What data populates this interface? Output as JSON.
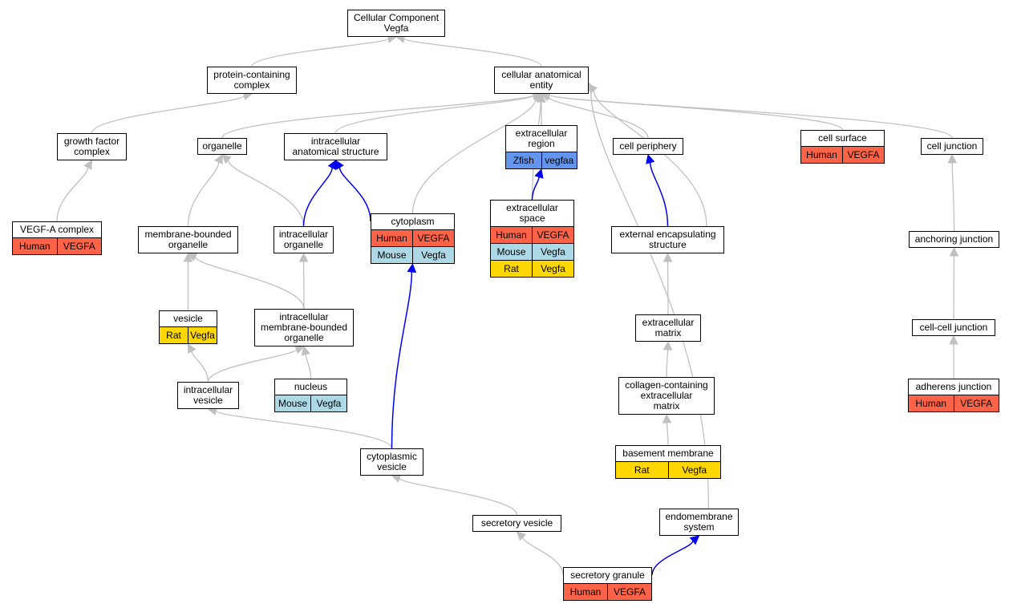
{
  "colors": {
    "gray_edge": "#c0c0c0",
    "blue_edge": "#0000ee",
    "Human": "#ff6347",
    "Mouse": "#add8e6",
    "Rat": "#ffd700",
    "Zfish": "#6495ed"
  },
  "nodes": {
    "root": {
      "label": [
        "Cellular Component",
        "Vegfa"
      ],
      "genes": []
    },
    "pcc": {
      "label": [
        "protein-containing",
        "complex"
      ],
      "genes": []
    },
    "cae": {
      "label": [
        "cellular anatomical",
        "entity"
      ],
      "genes": []
    },
    "gfc": {
      "label": [
        "growth factor",
        "complex"
      ],
      "genes": []
    },
    "org": {
      "label": [
        "organelle"
      ],
      "genes": []
    },
    "ias": {
      "label": [
        "intracellular",
        "anatomical structure"
      ],
      "genes": []
    },
    "er": {
      "label": [
        "extracellular",
        "region"
      ],
      "genes": [
        {
          "sp": "Zfish",
          "g": "vegfaa"
        }
      ]
    },
    "cp": {
      "label": [
        "cell periphery"
      ],
      "genes": []
    },
    "cs": {
      "label": [
        "cell surface"
      ],
      "genes": [
        {
          "sp": "Human",
          "g": "VEGFA"
        }
      ]
    },
    "cj": {
      "label": [
        "cell junction"
      ],
      "genes": []
    },
    "vegfa": {
      "label": [
        "VEGF-A complex"
      ],
      "genes": [
        {
          "sp": "Human",
          "g": "VEGFA"
        }
      ]
    },
    "mbo": {
      "label": [
        "membrane-bounded",
        "organelle"
      ],
      "genes": []
    },
    "io": {
      "label": [
        "intracellular",
        "organelle"
      ],
      "genes": []
    },
    "cyto": {
      "label": [
        "cytoplasm"
      ],
      "genes": [
        {
          "sp": "Human",
          "g": "VEGFA"
        },
        {
          "sp": "Mouse",
          "g": "Vegfa"
        }
      ]
    },
    "es": {
      "label": [
        "extracellular",
        "space"
      ],
      "genes": [
        {
          "sp": "Human",
          "g": "VEGFA"
        },
        {
          "sp": "Mouse",
          "g": "Vegfa"
        },
        {
          "sp": "Rat",
          "g": "Vegfa"
        }
      ]
    },
    "ecs": {
      "label": [
        "external encapsulating",
        "structure"
      ],
      "genes": []
    },
    "aj": {
      "label": [
        "anchoring junction"
      ],
      "genes": []
    },
    "ves": {
      "label": [
        "vesicle"
      ],
      "genes": [
        {
          "sp": "Rat",
          "g": "Vegfa"
        }
      ]
    },
    "imbo": {
      "label": [
        "intracellular",
        "membrane-bounded",
        "organelle"
      ],
      "genes": []
    },
    "em": {
      "label": [
        "extracellular",
        "matrix"
      ],
      "genes": []
    },
    "ccj": {
      "label": [
        "cell-cell junction"
      ],
      "genes": []
    },
    "iv": {
      "label": [
        "intracellular",
        "vesicle"
      ],
      "genes": []
    },
    "nuc": {
      "label": [
        "nucleus"
      ],
      "genes": [
        {
          "sp": "Mouse",
          "g": "Vegfa"
        }
      ]
    },
    "ccem": {
      "label": [
        "collagen-containing",
        "extracellular",
        "matrix"
      ],
      "genes": []
    },
    "adj": {
      "label": [
        "adherens junction"
      ],
      "genes": [
        {
          "sp": "Human",
          "g": "VEGFA"
        }
      ]
    },
    "cv": {
      "label": [
        "cytoplasmic",
        "vesicle"
      ],
      "genes": []
    },
    "bm": {
      "label": [
        "basement membrane"
      ],
      "genes": [
        {
          "sp": "Rat",
          "g": "Vegfa"
        }
      ]
    },
    "sv": {
      "label": [
        "secretory vesicle"
      ],
      "genes": []
    },
    "ems": {
      "label": [
        "endomembrane",
        "system"
      ],
      "genes": []
    },
    "sg": {
      "label": [
        "secretory granule"
      ],
      "genes": [
        {
          "sp": "Human",
          "g": "VEGFA"
        }
      ]
    }
  },
  "edges": [
    {
      "from": "pcc",
      "to": "root",
      "type": "gray"
    },
    {
      "from": "cae",
      "to": "root",
      "type": "gray"
    },
    {
      "from": "gfc",
      "to": "pcc",
      "type": "gray"
    },
    {
      "from": "org",
      "to": "cae",
      "type": "gray"
    },
    {
      "from": "ias",
      "to": "cae",
      "type": "gray"
    },
    {
      "from": "cyto",
      "to": "cae",
      "type": "gray"
    },
    {
      "from": "es",
      "to": "cae",
      "type": "gray"
    },
    {
      "from": "er",
      "to": "cae",
      "type": "gray"
    },
    {
      "from": "cp",
      "to": "cae",
      "type": "gray"
    },
    {
      "from": "ecs",
      "to": "cae",
      "type": "gray"
    },
    {
      "from": "ems",
      "to": "cae",
      "type": "gray"
    },
    {
      "from": "cs",
      "to": "cae",
      "type": "gray"
    },
    {
      "from": "cj",
      "to": "cae",
      "type": "gray"
    },
    {
      "from": "vegfa",
      "to": "gfc",
      "type": "gray"
    },
    {
      "from": "mbo",
      "to": "org",
      "type": "gray"
    },
    {
      "from": "io",
      "to": "org",
      "type": "gray"
    },
    {
      "from": "io",
      "to": "ias",
      "type": "blue"
    },
    {
      "from": "cyto",
      "to": "ias",
      "type": "blue"
    },
    {
      "from": "es",
      "to": "er",
      "type": "blue"
    },
    {
      "from": "ecs",
      "to": "cp",
      "type": "blue"
    },
    {
      "from": "aj",
      "to": "cj",
      "type": "gray"
    },
    {
      "from": "ves",
      "to": "mbo",
      "type": "gray"
    },
    {
      "from": "imbo",
      "to": "mbo",
      "type": "gray"
    },
    {
      "from": "imbo",
      "to": "io",
      "type": "gray"
    },
    {
      "from": "em",
      "to": "ecs",
      "type": "gray"
    },
    {
      "from": "ccj",
      "to": "aj",
      "type": "gray"
    },
    {
      "from": "iv",
      "to": "ves",
      "type": "gray"
    },
    {
      "from": "iv",
      "to": "imbo",
      "type": "gray"
    },
    {
      "from": "nuc",
      "to": "imbo",
      "type": "gray"
    },
    {
      "from": "ccem",
      "to": "em",
      "type": "gray"
    },
    {
      "from": "adj",
      "to": "ccj",
      "type": "gray"
    },
    {
      "from": "cv",
      "to": "iv",
      "type": "gray"
    },
    {
      "from": "cv",
      "to": "cyto",
      "type": "blue"
    },
    {
      "from": "bm",
      "to": "ccem",
      "type": "gray"
    },
    {
      "from": "sv",
      "to": "cv",
      "type": "gray"
    },
    {
      "from": "sg",
      "to": "sv",
      "type": "gray"
    },
    {
      "from": "sg",
      "to": "ems",
      "type": "blue"
    }
  ]
}
